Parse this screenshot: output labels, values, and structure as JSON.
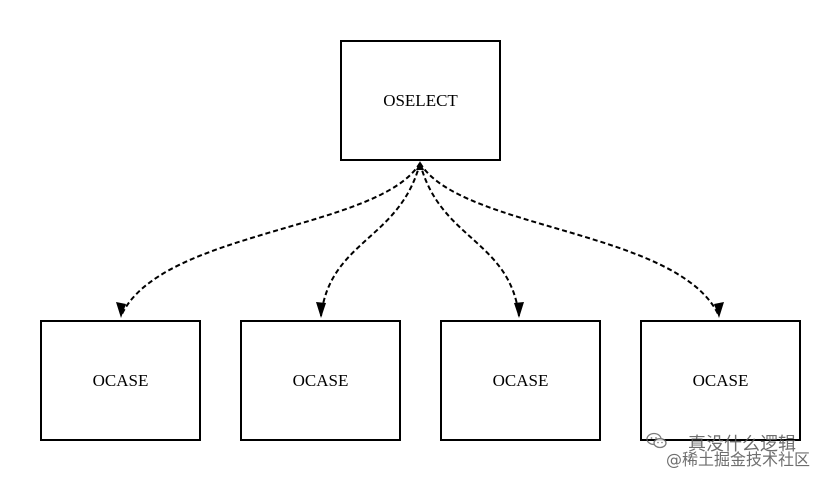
{
  "diagram": {
    "root": {
      "label": "OSELECT"
    },
    "children": [
      {
        "label": "OCASE"
      },
      {
        "label": "OCASE"
      },
      {
        "label": "OCASE"
      },
      {
        "label": "OCASE"
      }
    ],
    "edge_style": "dashed-arrow"
  },
  "watermark": {
    "line1": "真没什么逻辑",
    "line2": "@稀土掘金技术社区",
    "icon": "wechat-icon"
  },
  "colors": {
    "stroke": "#000000",
    "background": "#ffffff",
    "watermark": "#555555"
  }
}
